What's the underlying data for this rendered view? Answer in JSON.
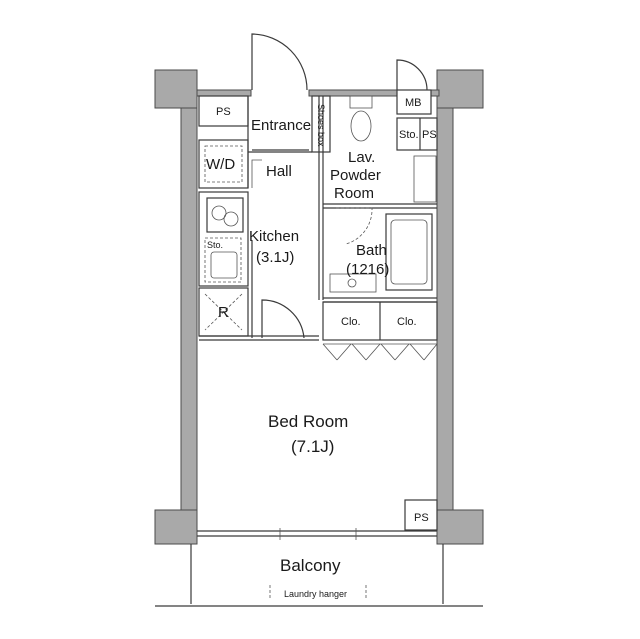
{
  "rooms": {
    "entrance": "Entrance",
    "shoes_box": "Shoes box",
    "hall": "Hall",
    "lav_line1": "Lav.",
    "lav_line2": "Powder",
    "lav_line3": "Room",
    "kitchen": "Kitchen",
    "kitchen_size": "(3.1J)",
    "bath": "Bath",
    "bath_size": "(1216)",
    "bedroom": "Bed Room",
    "bedroom_size": "(7.1J)",
    "balcony": "Balcony",
    "laundry": "Laundry hanger"
  },
  "fixtures": {
    "ps_top": "PS",
    "mb": "MB",
    "sto_top": "Sto.",
    "ps_right": "PS",
    "wd": "W/D",
    "sto_kitchen": "Sto.",
    "fridge": "R",
    "clo_left": "Clo.",
    "clo_right": "Clo.",
    "ps_bottom": "PS"
  }
}
